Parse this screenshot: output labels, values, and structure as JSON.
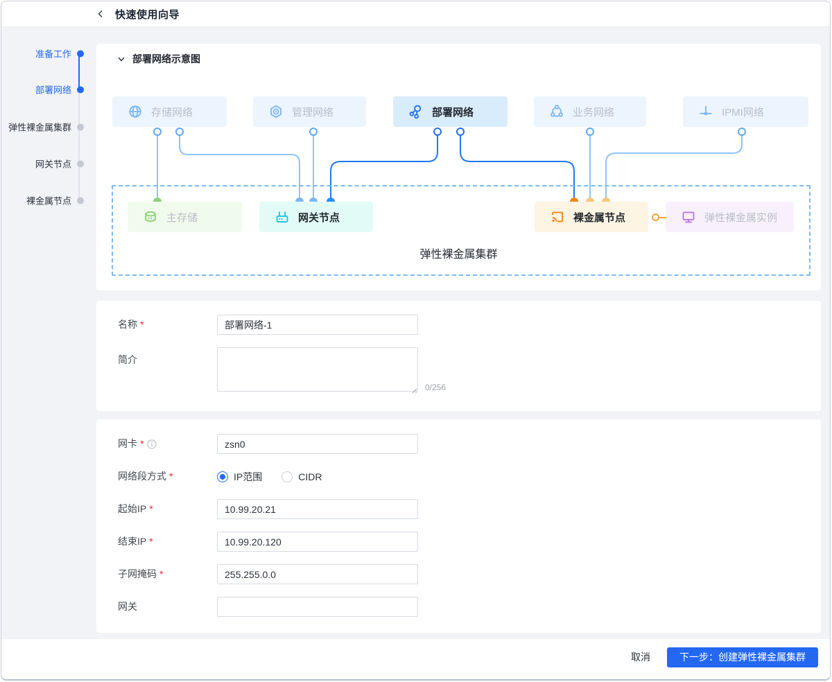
{
  "header": {
    "title": "快速使用向导"
  },
  "sidebar": {
    "steps": [
      {
        "label": "准备工作",
        "state": "done"
      },
      {
        "label": "部署网络",
        "state": "current"
      },
      {
        "label": "弹性裸金属集群",
        "state": "pending"
      },
      {
        "label": "网关节点",
        "state": "pending"
      },
      {
        "label": "裸金属节点",
        "state": "pending"
      }
    ]
  },
  "diagram": {
    "section_title": "部署网络示意图",
    "top_nodes": [
      {
        "label": "存储网络",
        "icon": "globe-icon",
        "active": false
      },
      {
        "label": "管理网络",
        "icon": "gear-hex-icon",
        "active": false
      },
      {
        "label": "部署网络",
        "icon": "hub-nodes-icon",
        "active": true
      },
      {
        "label": "业务网络",
        "icon": "tri-nodes-icon",
        "active": false
      },
      {
        "label": "IPMI网络",
        "icon": "ground-pin-icon",
        "active": false
      }
    ],
    "bottom_nodes": [
      {
        "label": "主存储",
        "icon": "database-icon"
      },
      {
        "label": "网关节点",
        "icon": "router-icon"
      },
      {
        "label": "裸金属节点",
        "icon": "cast-icon"
      },
      {
        "label": "弹性裸金属实例",
        "icon": "monitor-icon"
      }
    ],
    "cluster_label": "弹性裸金属集群"
  },
  "form_basic": {
    "name_label": "名称",
    "name_required": "*",
    "name_value": "部署网络-1",
    "desc_label": "简介",
    "desc_counter": "0/256",
    "desc_value": ""
  },
  "form_network": {
    "nic_label": "网卡",
    "nic_required": "*",
    "nic_value": "zsn0",
    "segment_label": "网络段方式",
    "segment_required": "*",
    "radio_ip_range": "IP范围",
    "radio_cidr": "CIDR",
    "segment_selected": "IP范围",
    "start_ip_label": "起始IP",
    "start_ip_required": "*",
    "start_ip_value": "10.99.20.21",
    "end_ip_label": "结束IP",
    "end_ip_required": "*",
    "end_ip_value": "10.99.20.120",
    "mask_label": "子网掩码",
    "mask_required": "*",
    "mask_value": "255.255.0.0",
    "gateway_label": "网关",
    "gateway_value": ""
  },
  "footer": {
    "cancel_label": "取消",
    "next_label": "下一步：创建弹性裸金属集群"
  },
  "palette": {
    "primary_blue": "#2468f2",
    "line_light_blue": "#8fc3f7",
    "line_dark_blue": "#1f78f0",
    "node_bg_blue": "#ecf5fe",
    "node_bg_blue_active": "#d9ecfc",
    "storage_green": "#85d16e",
    "gateway_cyan": "#17c3e8",
    "baremetal_orange": "#f08516",
    "instance_purple": "#b678e8",
    "cluster_dashed_blue": "#79b9f2",
    "required_red": "#f5222d"
  }
}
